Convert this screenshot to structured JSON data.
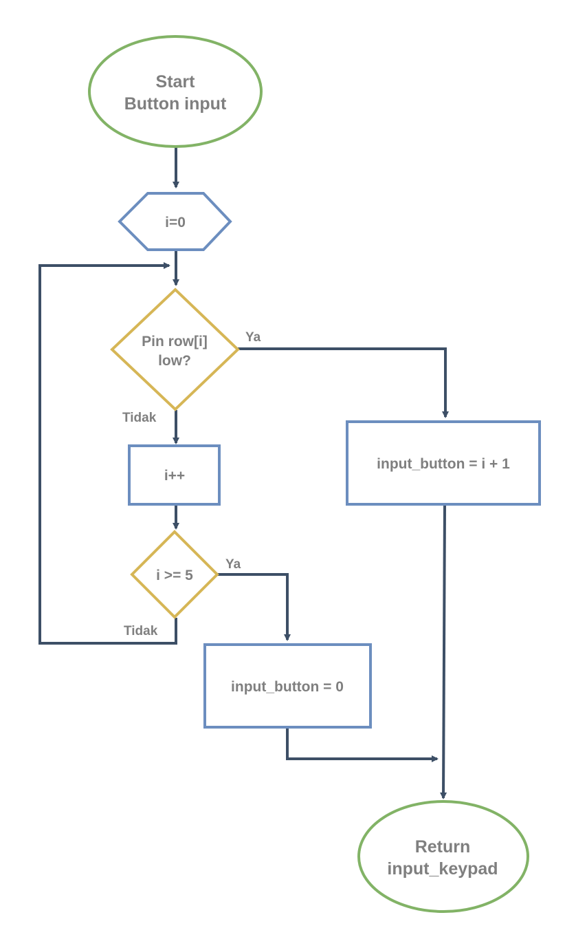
{
  "colors": {
    "terminal_stroke": "#82b366",
    "process_stroke": "#6c8ebf",
    "decision_stroke": "#d6b656",
    "edge": "#3d4f66",
    "text": "#7f7f7f"
  },
  "nodes": {
    "start": {
      "line1": "Start",
      "line2": "Button input"
    },
    "init": {
      "text": "i=0"
    },
    "check_row": {
      "line1": "Pin row[i]",
      "line2": "low?"
    },
    "increment": {
      "text": "i++"
    },
    "check_limit": {
      "text": "i >= 5"
    },
    "set_found": {
      "text": "input_button = i + 1"
    },
    "set_zero": {
      "text": "input_button = 0"
    },
    "return": {
      "line1": "Return",
      "line2": "input_keypad"
    }
  },
  "edge_labels": {
    "row_yes": "Ya",
    "row_no": "Tidak",
    "limit_yes": "Ya",
    "limit_no": "Tidak"
  }
}
